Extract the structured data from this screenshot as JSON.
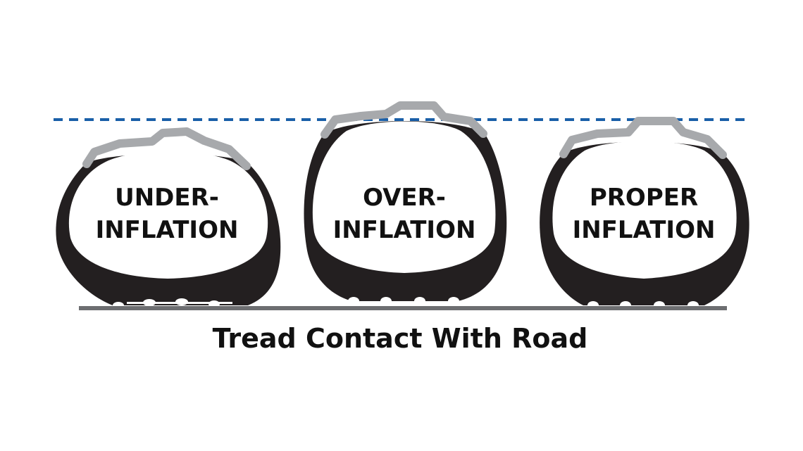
{
  "tires": [
    {
      "id": "under",
      "label_line1": "UNDER-",
      "label_line2": "INFLATION"
    },
    {
      "id": "over",
      "label_line1": "OVER-",
      "label_line2": "INFLATION"
    },
    {
      "id": "proper",
      "label_line1": "PROPER",
      "label_line2": "INFLATION"
    }
  ],
  "caption": "Tread Contact With Road",
  "colors": {
    "tire": "#231f20",
    "tread_cap": "#a7a9ac",
    "reference_line": "#1a5fa8",
    "road": "#6d6e71",
    "text": "#111111"
  }
}
